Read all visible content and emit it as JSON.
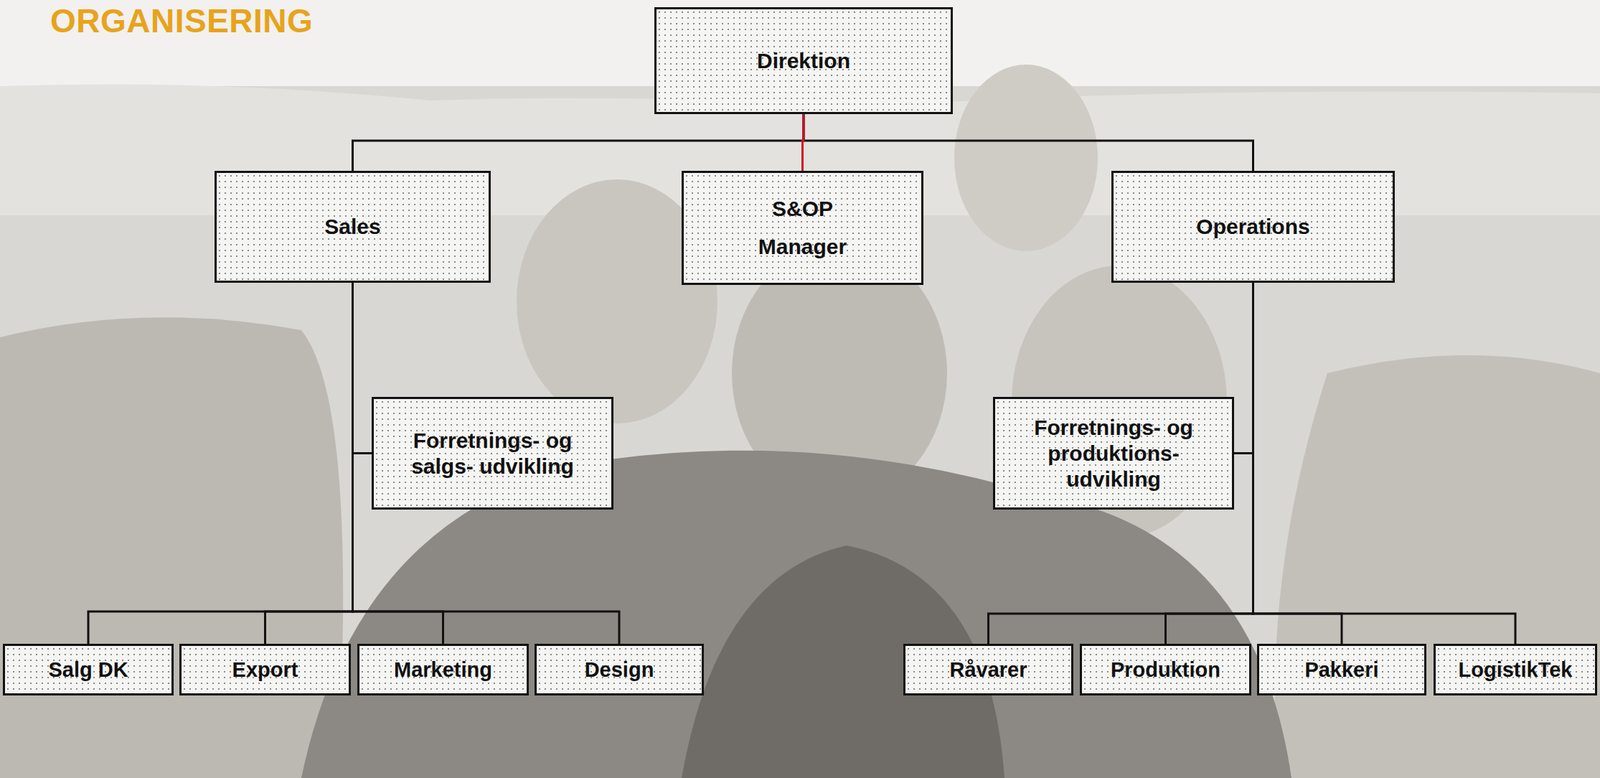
{
  "diagram": {
    "title": "ORGANISERING",
    "nodes": [
      {
        "text": [
          "Direktion"
        ]
      },
      {
        "text": [
          "Sales"
        ]
      },
      {
        "text": [
          "S&OP Manager"
        ]
      },
      {
        "text": [
          "Operations"
        ]
      },
      {
        "text": [
          "Forretnings- og salgs- udvikling"
        ]
      },
      {
        "text": [
          "Forretnings- og produktions- udvikling"
        ]
      },
      {
        "text": [
          "Salg DK"
        ]
      },
      {
        "text": [
          "Export"
        ]
      },
      {
        "text": [
          "Marketing"
        ]
      },
      {
        "text": [
          "Design"
        ]
      },
      {
        "text": [
          "Råvarer"
        ]
      },
      {
        "text": [
          "Produktion"
        ]
      },
      {
        "text": [
          "Pakkeri"
        ]
      },
      {
        "text": [
          "LogistikTek"
        ]
      }
    ],
    "edges": [
      {
        "from": 0,
        "to": 1,
        "arrow": "none"
      },
      {
        "from": 0,
        "to": 2,
        "arrow": "none"
      },
      {
        "from": 0,
        "to": 3,
        "arrow": "none"
      },
      {
        "from": 1,
        "to": 4,
        "arrow": "none"
      },
      {
        "from": 1,
        "to": 6,
        "arrow": "none"
      },
      {
        "from": 1,
        "to": 7,
        "arrow": "none"
      },
      {
        "from": 1,
        "to": 8,
        "arrow": "none"
      },
      {
        "from": 1,
        "to": 9,
        "arrow": "none"
      },
      {
        "from": 3,
        "to": 5,
        "arrow": "none"
      },
      {
        "from": 3,
        "to": 10,
        "arrow": "none"
      },
      {
        "from": 3,
        "to": 11,
        "arrow": "none"
      },
      {
        "from": 3,
        "to": 12,
        "arrow": "none"
      },
      {
        "from": 3,
        "to": 13,
        "arrow": "none"
      }
    ]
  }
}
